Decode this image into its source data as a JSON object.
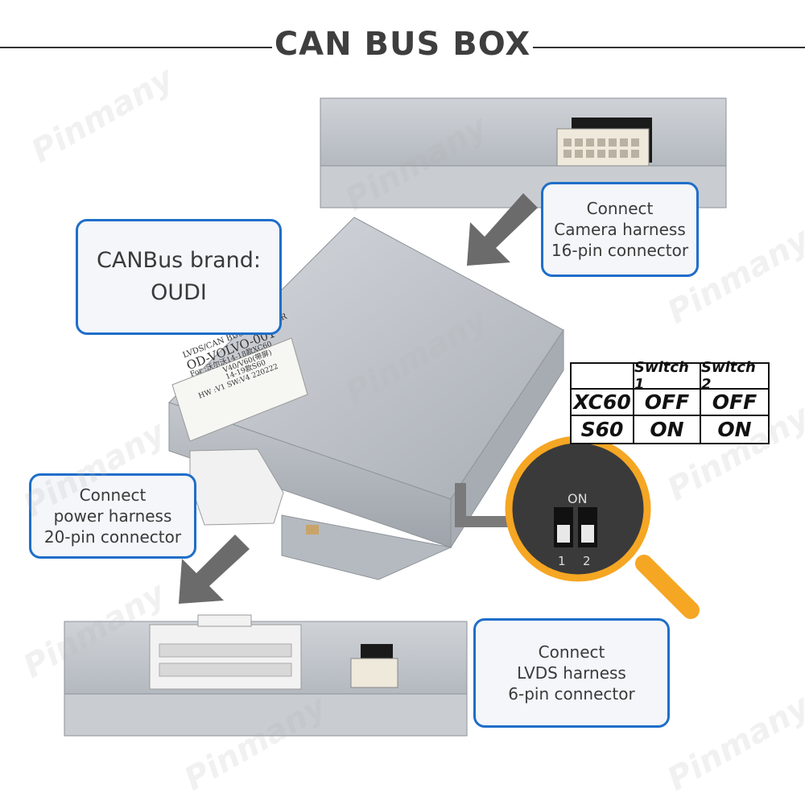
{
  "header": {
    "title": "CAN BUS BOX"
  },
  "callouts": {
    "brand": {
      "lines": [
        "CANBus brand:",
        "OUDI"
      ]
    },
    "camera": {
      "lines": [
        "Connect",
        "Camera harness",
        "16-pin connector"
      ]
    },
    "power": {
      "lines": [
        "Connect",
        "power harness",
        "20-pin connector"
      ]
    },
    "lvds": {
      "lines": [
        "Connect",
        "LVDS harness",
        "6-pin connector"
      ]
    }
  },
  "switch_table": {
    "headers": [
      "",
      "Switch 1",
      "Switch 2"
    ],
    "rows": [
      {
        "model": "XC60",
        "switch1": "OFF",
        "switch2": "OFF"
      },
      {
        "model": "S60",
        "switch1": "ON",
        "switch2": "ON"
      }
    ]
  },
  "dip_switch": {
    "on_label": "ON",
    "numbers": [
      "1",
      "2"
    ]
  },
  "box_label": {
    "lines": [
      "LVDS/CAN BUS DECODER",
      "OD-VOLVO-001",
      "For :沃尔沃14-18款XC60",
      "V40/V60(带屏)",
      "14-19款S60",
      "HW :V1 SW:V4  220222"
    ]
  },
  "watermark": "Pinmany",
  "colors": {
    "accent": "#1f6ec9",
    "arrow": "#6b6b6b",
    "magnifier": "#f5a623",
    "metal": "#c8ccd2"
  }
}
